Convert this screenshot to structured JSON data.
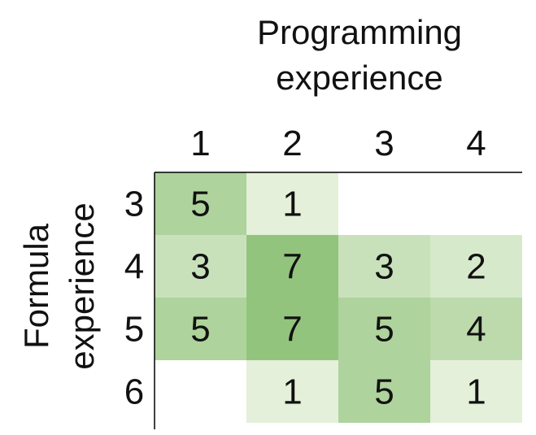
{
  "chart_data": {
    "type": "heatmap",
    "x_title": "Programming experience",
    "y_title": "Formula experience",
    "x_categories": [
      "1",
      "2",
      "3",
      "4"
    ],
    "y_categories": [
      "3",
      "4",
      "5",
      "6"
    ],
    "values": [
      [
        5,
        1,
        null,
        null
      ],
      [
        3,
        7,
        3,
        2
      ],
      [
        5,
        7,
        5,
        4
      ],
      [
        null,
        1,
        5,
        1
      ]
    ],
    "color_scale": {
      "low": "#e4f0da",
      "high": "#93c47d"
    }
  }
}
